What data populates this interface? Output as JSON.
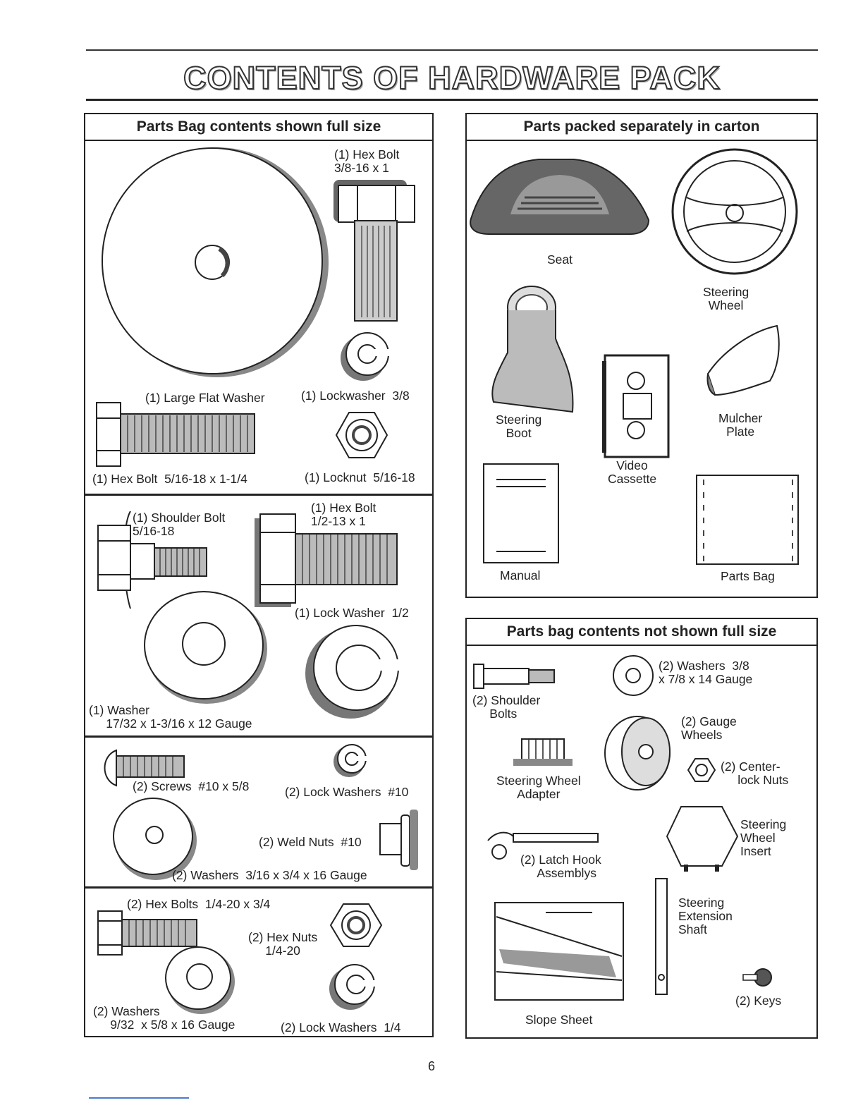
{
  "title": "CONTENTS OF HARDWARE PACK",
  "page_number": "6",
  "left_panel": {
    "heading": "Parts Bag contents shown full size",
    "items": {
      "hex_bolt_38": "(1) Hex Bolt\n3/8-16 x 1",
      "large_flat_washer": "(1) Large Flat Washer",
      "lockwasher_38": "(1) Lockwasher  3/8",
      "hex_bolt_516": "(1) Hex Bolt  5/16-18 x 1-1/4",
      "locknut_516": "(1) Locknut  5/16-18",
      "shoulder_bolt": "(1) Shoulder Bolt\n5/16-18",
      "hex_bolt_12": "(1) Hex Bolt\n1/2-13 x 1",
      "lock_washer_12": "(1) Lock Washer  1/2",
      "washer_1732": "(1) Washer\n     17/32 x 1-3/16 x 12 Gauge",
      "screws_10": "(2) Screws  #10 x 5/8",
      "lock_washers_10": "(2) Lock Washers  #10",
      "weld_nuts_10": "(2) Weld Nuts  #10",
      "washers_316": "(2) Washers  3/16 x 3/4 x 16 Gauge",
      "hex_bolts_14": "(2) Hex Bolts  1/4-20 x 3/4",
      "hex_nuts_14": "(2) Hex Nuts\n1/4-20",
      "washers_932": "(2) Washers\n     9/32  x 5/8 x 16 Gauge",
      "lock_washers_14": "(2) Lock Washers  1/4"
    }
  },
  "right_top_panel": {
    "heading": "Parts packed separately in carton",
    "items": {
      "seat": "Seat",
      "steering_wheel": "Steering\nWheel",
      "steering_boot": "Steering\nBoot",
      "video_cassette": "Video\nCassette",
      "mulcher_plate": "Mulcher\nPlate",
      "manual": "Manual",
      "parts_bag": "Parts Bag"
    }
  },
  "right_bottom_panel": {
    "heading": "Parts bag contents not shown full size",
    "items": {
      "washers_38": "(2) Washers  3/8\nx 7/8 x 14 Gauge",
      "shoulder_bolts": "(2) Shoulder\n     Bolts",
      "gauge_wheels": "(2) Gauge\nWheels",
      "steering_wheel_adapter": "Steering Wheel\nAdapter",
      "center_lock_nuts": "(2) Center-\n     lock Nuts",
      "latch_hook": "(2) Latch Hook\n     Assemblys",
      "steering_wheel_insert": "Steering\nWheel\nInsert",
      "steering_extension_shaft": "Steering\nExtension\nShaft",
      "slope_sheet": "Slope Sheet",
      "keys": "(2) Keys"
    }
  }
}
